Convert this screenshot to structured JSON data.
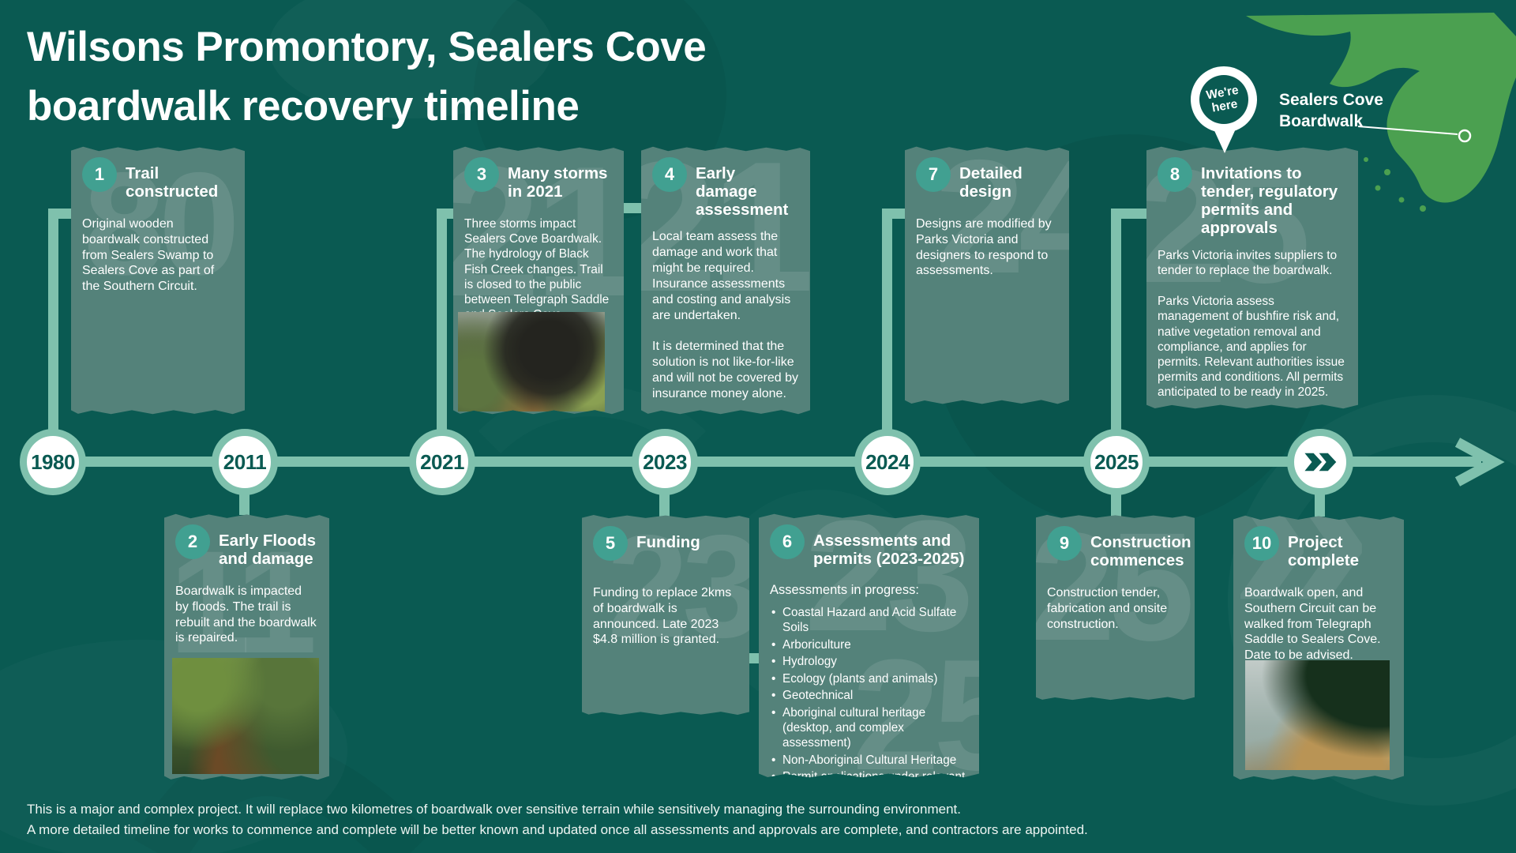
{
  "title": {
    "line1": "Wilsons Promontory, Sealers Cove",
    "line2": "boardwalk recovery timeline"
  },
  "map": {
    "pin_line1": "We're",
    "pin_line2": "here",
    "label_line1": "Sealers Cove",
    "label_line2": "Boardwalk",
    "pin_icon": "location-pin-icon",
    "marker_icon": "map-marker-ring-icon"
  },
  "timeline": {
    "years": [
      "1980",
      "2011",
      "2021",
      "2023",
      "2024",
      "2025"
    ],
    "future_icon": "fast-forward-icon"
  },
  "cards": [
    {
      "number": "1",
      "title": "Trail constructed",
      "ghost": "80",
      "paragraphs": [
        "Original wooden boardwalk constructed from Sealers Swamp to Sealers Cove as part of the Southern Circuit."
      ]
    },
    {
      "number": "2",
      "title": "Early Floods and damage",
      "ghost": "11",
      "paragraphs": [
        "Boardwalk is impacted by floods. The trail is rebuilt and the boardwalk is repaired."
      ],
      "photo": "fern-gully-boardwalk-photo"
    },
    {
      "number": "3",
      "title": "Many storms in 2021",
      "ghost": "21",
      "paragraphs": [
        "Three storms impact Sealers Cove Boardwalk. The hydrology of Black Fish Creek changes. Trail is closed to the public between Telegraph Saddle and Sealers Cove."
      ],
      "photo": "storm-damage-photo"
    },
    {
      "number": "4",
      "title": "Early damage assessment",
      "ghost": "21",
      "paragraphs": [
        "Local team assess the damage and work that might be required. Insurance assessments and costing and analysis are undertaken.",
        "It is determined that the solution is not like-for-like and will not be covered by insurance money alone."
      ]
    },
    {
      "number": "5",
      "title": "Funding",
      "ghost": "23",
      "paragraphs": [
        "Funding to replace 2kms of boardwalk is announced. Late 2023 $4.8 million is granted."
      ]
    },
    {
      "number": "6",
      "title": "Assessments and permits (2023-2025)",
      "ghost_top": "23",
      "ghost_bottom": "25",
      "intro": "Assessments in progress:",
      "bullets": [
        "Coastal Hazard and Acid Sulfate Soils",
        "Arboriculture",
        "Hydrology",
        "Ecology (plants and animals)",
        "Geotechnical",
        "Aboriginal cultural heritage (desktop, and complex assessment)",
        "Non-Aboriginal Cultural Heritage",
        "Permit applications under relevant legislation in line with assessment findings."
      ]
    },
    {
      "number": "7",
      "title": "Detailed design",
      "ghost": "24",
      "paragraphs": [
        "Designs are modified by Parks Victoria and designers to respond to assessments."
      ]
    },
    {
      "number": "8",
      "title": "Invitations to tender, regulatory permits and approvals",
      "ghost": "25",
      "paragraphs": [
        "Parks Victoria invites suppliers to tender to replace the boardwalk.",
        "Parks Victoria assess management of bushfire risk and, native vegetation removal and compliance, and applies for permits. Relevant authorities issue permits and conditions. All permits anticipated to be ready in 2025."
      ]
    },
    {
      "number": "9",
      "title": "Construction commences",
      "ghost": "25",
      "paragraphs": [
        "Construction tender, fabrication and onsite construction."
      ]
    },
    {
      "number": "10",
      "title": "Project complete",
      "ghost": "»",
      "paragraphs": [
        "Boardwalk open, and Southern Circuit can be walked from Telegraph Saddle to Sealers Cove. Date to be advised."
      ],
      "photo": "aerial-cove-photo"
    }
  ],
  "footer": {
    "line1": "This is a major and complex project. It will replace two kilometres of boardwalk over sensitive terrain while sensitively managing the surrounding environment.",
    "line2": "A more detailed timeline for works to commence and complete will be better known and updated once all assessments and approvals are complete, and contractors are appointed."
  },
  "colors": {
    "background": "#0a5a52",
    "card": "#54827a",
    "accent_light": "#7fc1ad",
    "badge": "#41a091",
    "map_green": "#4ba050",
    "year_text": "#0a5a52"
  }
}
